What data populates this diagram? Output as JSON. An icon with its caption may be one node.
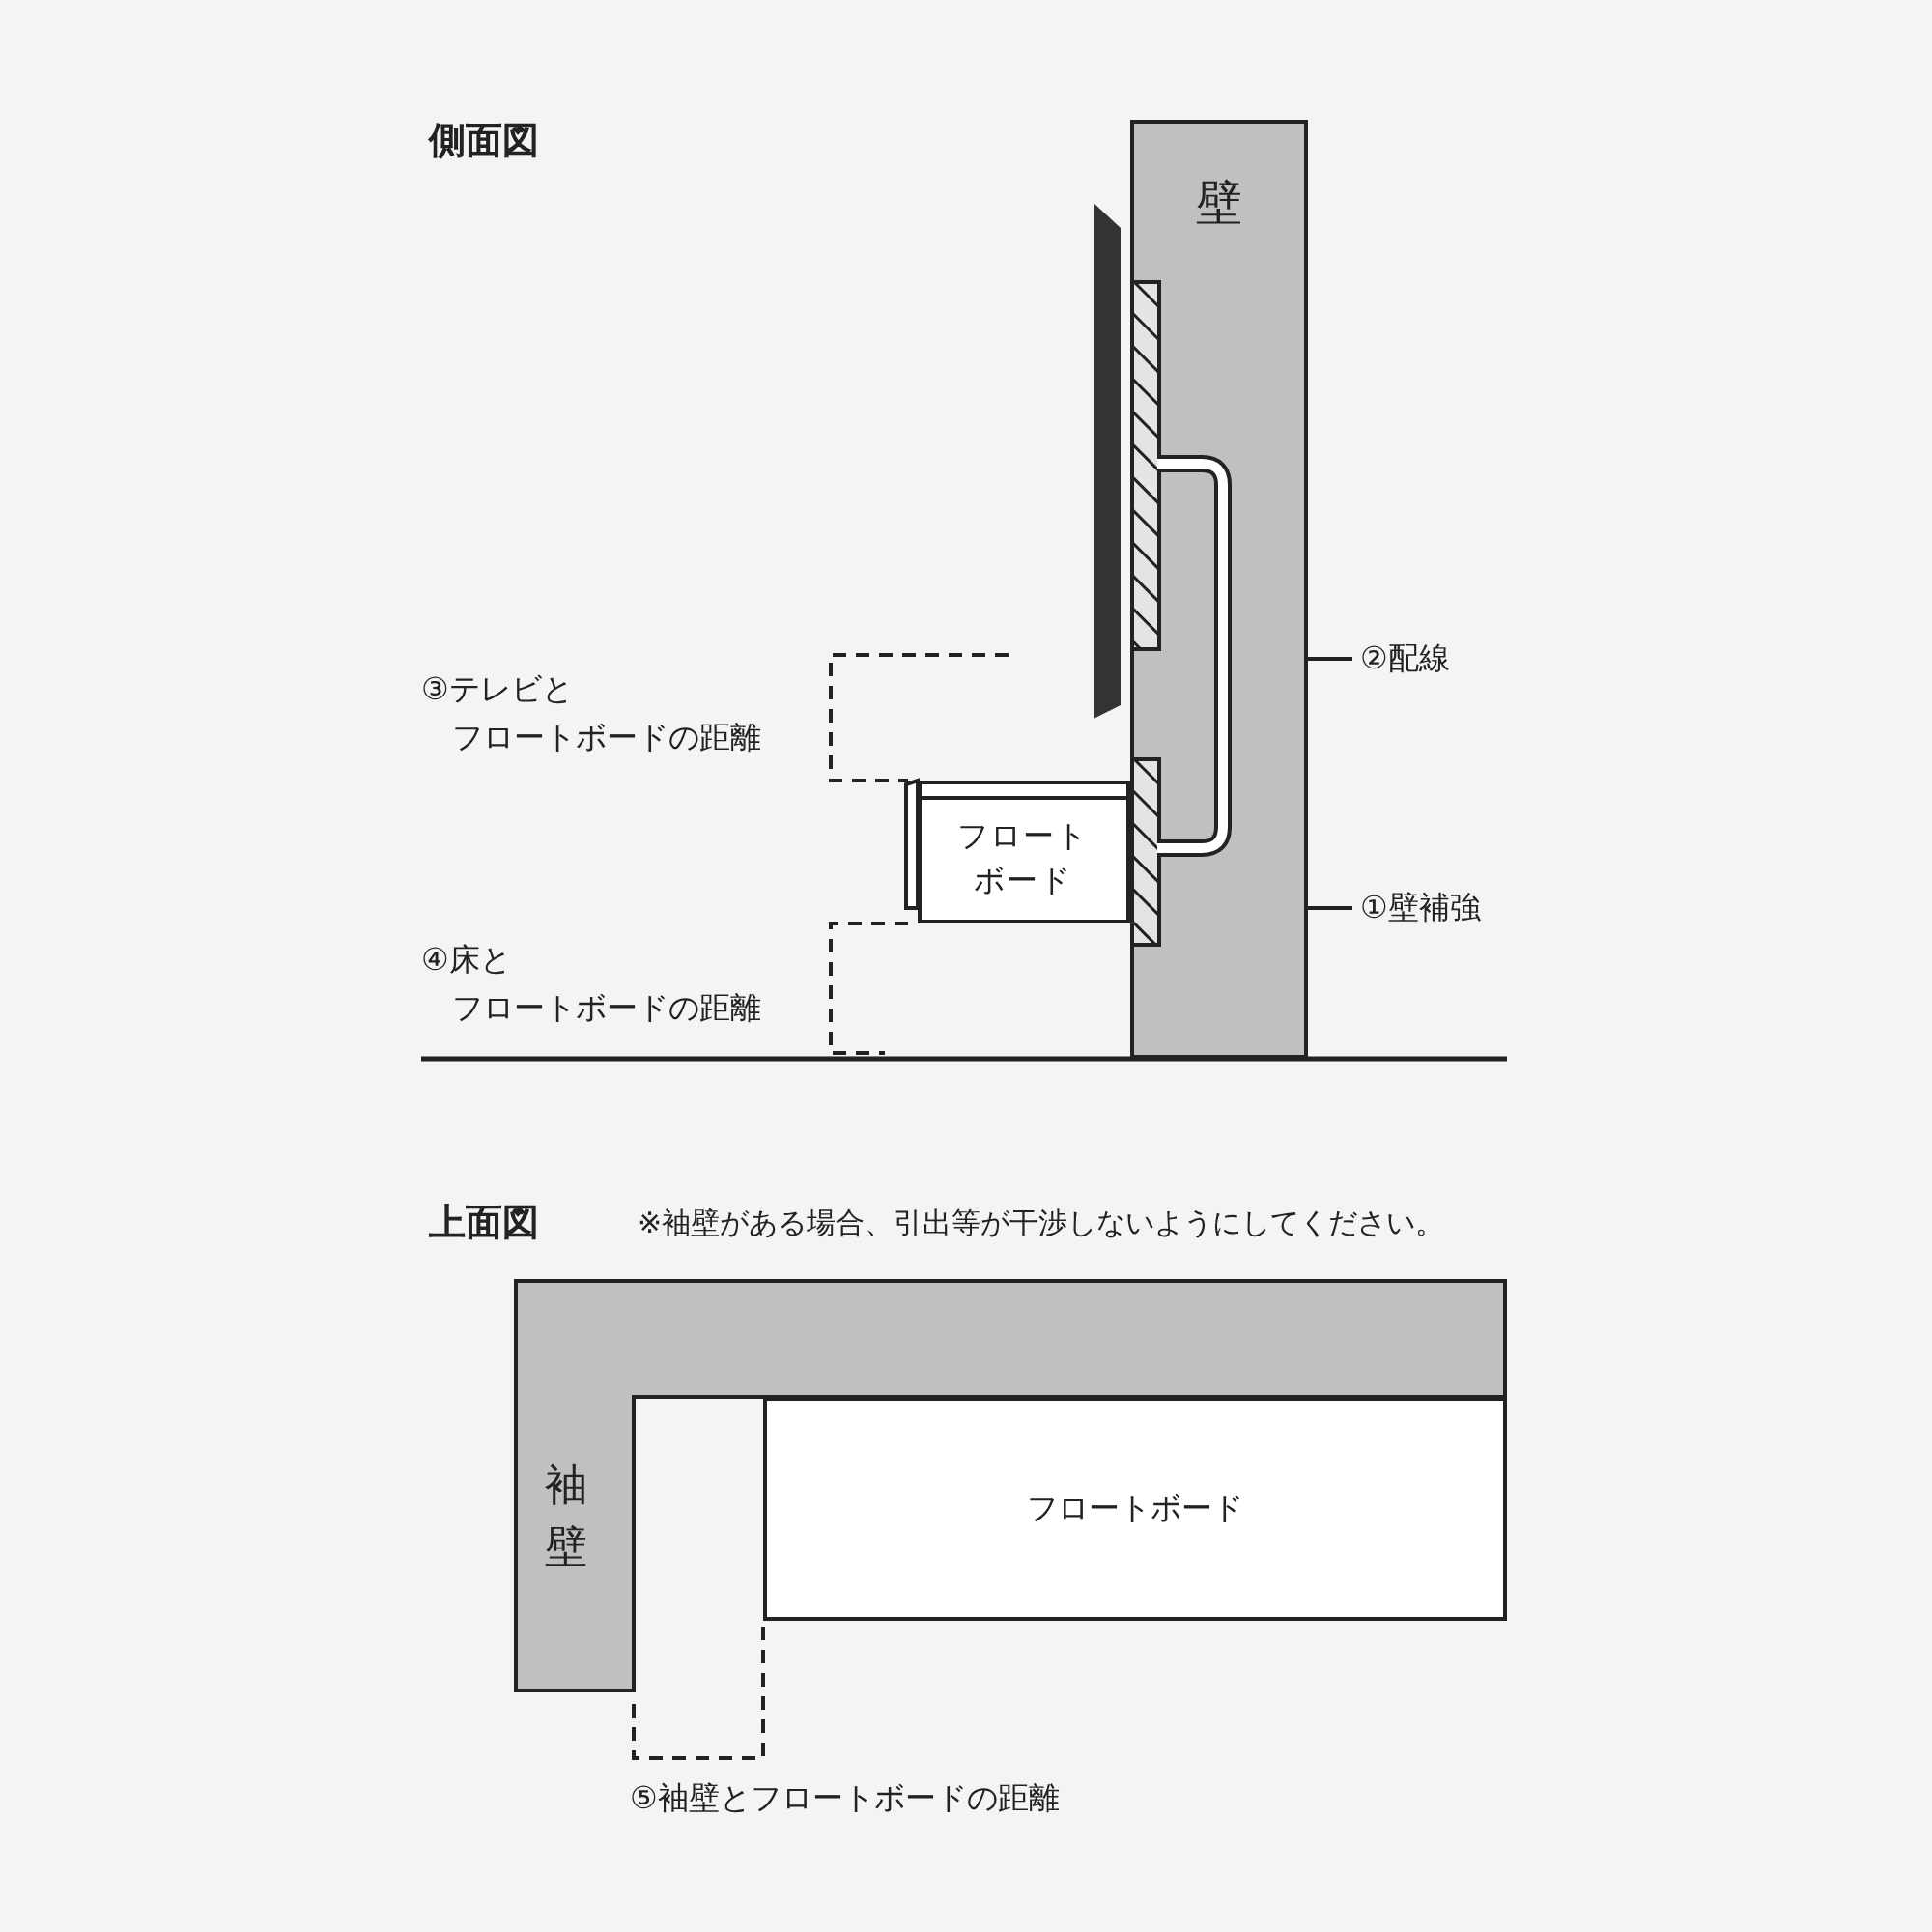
{
  "diagram": {
    "nodes": [
      {
        "text": [
          "壁"
        ]
      },
      {
        "text": [],
        "shape": "box",
        "in": 0
      },
      {
        "text": [],
        "shape": "box",
        "in": 0
      },
      {
        "text": [],
        "shape": "picture",
        "in": 0
      },
      {
        "text": [
          "フロートボード"
        ]
      },
      {
        "text": [
          "②配線"
        ]
      },
      {
        "text": [
          "①壁補強"
        ]
      },
      {
        "text": [
          "③テレビとフロートボードの距離"
        ]
      },
      {
        "text": [
          "④床とフロートボードの距離"
        ]
      },
      {
        "text": [
          "袖壁"
        ]
      },
      {
        "text": [
          "フロートボード"
        ]
      },
      {
        "text": [
          "⑤袖壁とフロートボードの距離"
        ]
      }
    ],
    "edges": [
      {
        "from": 5,
        "to": 3,
        "arrow": "none"
      },
      {
        "from": 6,
        "to": 2,
        "arrow": "none"
      }
    ],
    "labels": [
      "側面図",
      "上面図",
      "※袖壁がある場合、引出等が干渉しないようにしてください。"
    ]
  }
}
